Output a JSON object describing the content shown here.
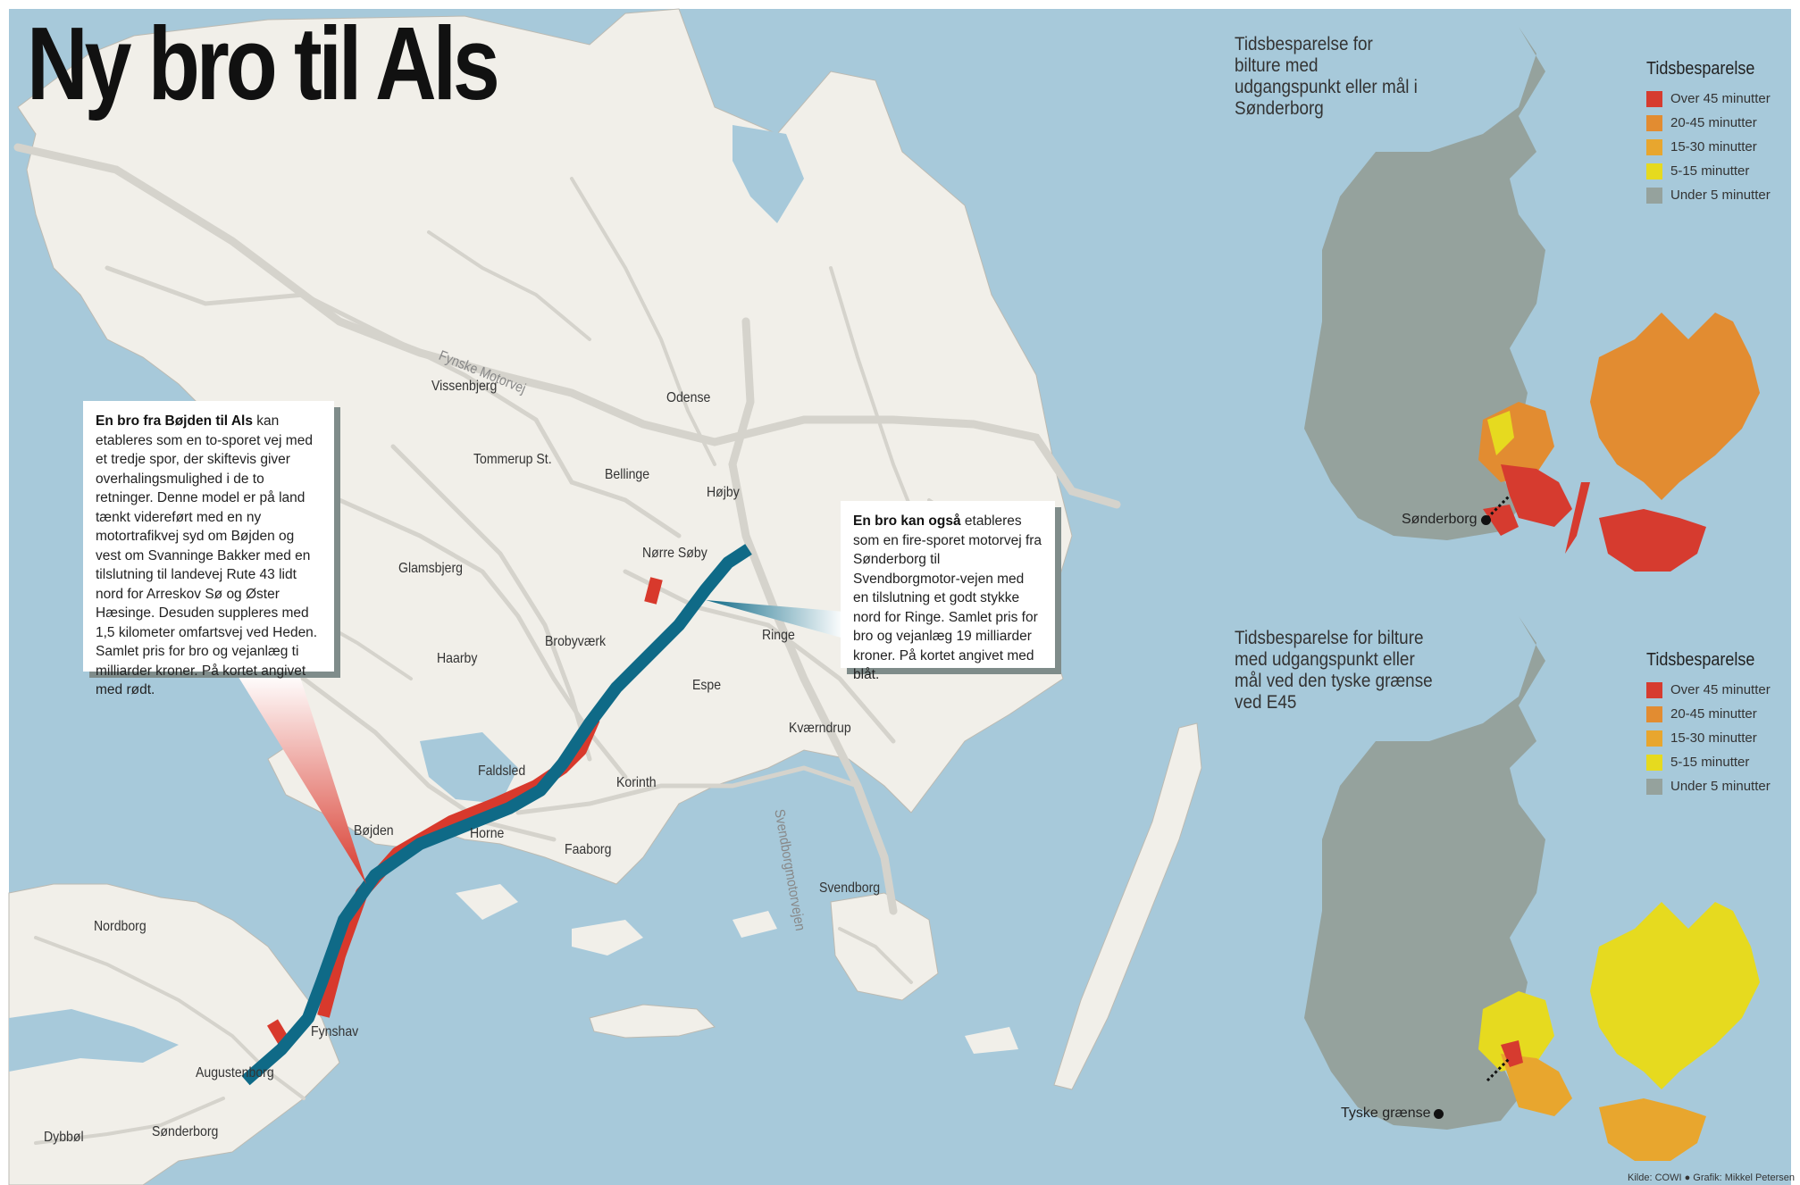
{
  "title": "Ny bro til Als",
  "colors": {
    "sea": "#a7c9da",
    "land": "#f1efe9",
    "road": "#d5d3cc",
    "red_route": "#d8392c",
    "blue_route": "#0f6a87",
    "map_gray": "#95a29d",
    "over45": "#d63b2f",
    "c20_45": "#e28c31",
    "c15_30": "#e8a62e",
    "c5_15": "#e6da1f",
    "under5": "#95a29d"
  },
  "road_labels": {
    "fynske_motorvej": "Fynske Motorvej",
    "svendborgmotorvejen": "Svendborgmotorvejen"
  },
  "places": {
    "vissenbjerg": "Vissenbjerg",
    "odense": "Odense",
    "tommerup": "Tommerup St.",
    "bellinge": "Bellinge",
    "hojby": "Højby",
    "norre_soby": "Nørre Søby",
    "glamsbjerg": "Glamsbjerg",
    "ringe": "Ringe",
    "brobyvaerk": "Brobyværk",
    "haarby": "Haarby",
    "espe": "Espe",
    "kvaerndrup": "Kværndrup",
    "faldsled": "Faldsled",
    "korinth": "Korinth",
    "bojden": "Bøjden",
    "horne": "Horne",
    "faaborg": "Faaborg",
    "svendborg": "Svendborg",
    "nordborg": "Nordborg",
    "fynshav": "Fynshav",
    "augustenborg": "Augustenborg",
    "dybbol": "Dybbøl",
    "sonderborg": "Sønderborg"
  },
  "callout_red": {
    "lead": "En bro fra Bøjden til Als",
    "text": " kan etableres som en to-sporet vej med et tredje spor, der skiftevis giver overhalingsmulighed i de to retninger. Denne model er på land tænkt videreført med en ny motortrafikvej syd om Bøjden og vest om Svanninge Bakker med en tilslutning til landevej Rute 43 lidt nord for Arreskov Sø og Øster Hæsinge. Desuden suppleres med 1,5 kilometer omfartsvej ved Heden. Samlet pris for bro og vejanlæg ti milliarder kroner. På kortet angivet med rødt."
  },
  "callout_blue": {
    "lead": "En bro kan også",
    "text": " etableres som en fire-sporet motorvej fra Sønderborg til Svendborgmotor-vejen med en tilslutning et godt stykke nord for Ringe. Samlet pris for bro og vejanlæg 19 milliarder kroner. På kortet angivet med blåt."
  },
  "panel1": {
    "title": "Tidsbesparelse for bilture med udgangspunkt eller mål i Sønderborg",
    "marker": "Sønderborg",
    "legend_title": "Tidsbesparelse",
    "legend": [
      {
        "label": "Over 45 minutter",
        "color": "#d63b2f"
      },
      {
        "label": "20-45 minutter",
        "color": "#e28c31"
      },
      {
        "label": "15-30 minutter",
        "color": "#e8a62e"
      },
      {
        "label": "5-15 minutter",
        "color": "#e6da1f"
      },
      {
        "label": "Under 5 minutter",
        "color": "#95a29d"
      }
    ]
  },
  "panel2": {
    "title": "Tidsbesparelse for bilture med udgangspunkt eller mål ved den tyske grænse ved E45",
    "marker": "Tyske grænse",
    "legend_title": "Tidsbesparelse",
    "legend": [
      {
        "label": "Over 45 minutter",
        "color": "#d63b2f"
      },
      {
        "label": "20-45 minutter",
        "color": "#e28c31"
      },
      {
        "label": "15-30 minutter",
        "color": "#e8a62e"
      },
      {
        "label": "5-15 minutter",
        "color": "#e6da1f"
      },
      {
        "label": "Under 5 minutter",
        "color": "#95a29d"
      }
    ]
  },
  "credit": "Kilde: COWI ● Grafik: Mikkel Petersen"
}
